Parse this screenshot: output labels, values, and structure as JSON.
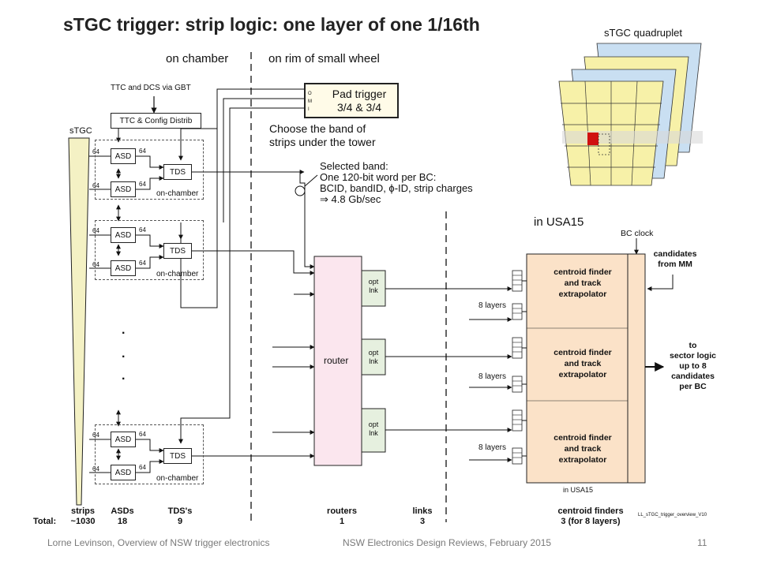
{
  "title": "sTGC trigger: strip logic: one layer of one 1/16th",
  "headers": {
    "on_chamber": "on chamber",
    "on_rim": "on rim of small wheel",
    "in_usa15": "in USA15"
  },
  "stgc_label": "sTGC",
  "quadruplet_label": "sTGC quadruplet",
  "ttc_via_gbt": "TTC and DCS via GBT",
  "ttc_config": "TTC & Config Distrib",
  "asd": "ASD",
  "tds": "TDS",
  "bus64": "64",
  "on_chamber_box": "on-chamber",
  "ellipsis": ".",
  "pad_trigger": {
    "line1": "Pad trigger",
    "line2": "3/4 & 3/4",
    "side": [
      "O",
      "M",
      "I"
    ]
  },
  "choose_band": [
    "Choose the band of",
    "strips under the tower"
  ],
  "selected_band": [
    "Selected band:",
    "One 120-bit word per BC:",
    "BCID, bandID, ϕ-ID, strip charges",
    "⇒ 4.8 Gb/sec"
  ],
  "router": "router",
  "opt_link": [
    "opt",
    "lnk"
  ],
  "bc_clock": "BC clock",
  "candidates_mm": [
    "candidates",
    "from MM"
  ],
  "layers8": "8 layers",
  "centroid": [
    "centroid finder",
    "and track",
    "extrapolator"
  ],
  "sector_logic": [
    "to",
    "sector logic",
    "up to 8",
    "candidates",
    "per BC"
  ],
  "in_usa15_small": "in USA15",
  "totals": {
    "label": "Total:",
    "strips": [
      "strips",
      "~1030"
    ],
    "asds": [
      "ASDs",
      "18"
    ],
    "tds": [
      "TDS's",
      "9"
    ],
    "routers": [
      "routers",
      "1"
    ],
    "links": [
      "links",
      "3"
    ],
    "centroid": [
      "centroid finders",
      "3 (for 8 layers)"
    ]
  },
  "file_tag": "LL_sTGC_trigger_overview_V10",
  "footer": {
    "left": "Lorne Levinson, Overview of NSW trigger electronics",
    "center": "NSW Electronics Design Reviews, February 2015",
    "page": "11"
  },
  "colors": {
    "stgc_fill": "#f4f1c4",
    "router_fill": "#fbe6ee",
    "optlink_fill": "#e6f0df",
    "cf_fill": "#fbe2c8",
    "grid_blue": "#c9dff2",
    "grid_yellow": "#f7f1a8",
    "hit_red": "#d01010"
  }
}
